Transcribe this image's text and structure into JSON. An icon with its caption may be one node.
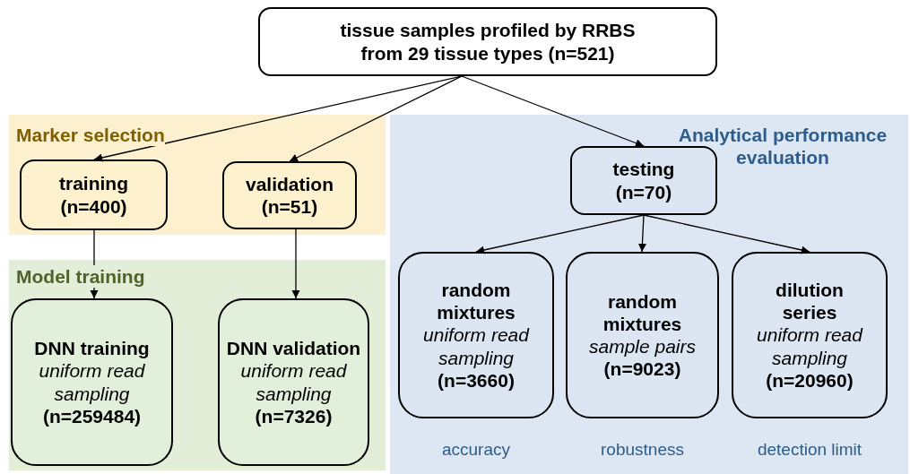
{
  "diagram": {
    "nodes": [
      {
        "text": [
          "tissue samples profiled by RRBS from 29 tissue types (n=521)"
        ]
      },
      {
        "text": [
          "Marker selection"
        ]
      },
      {
        "text": [
          "training (n=400)"
        ],
        "in": 1
      },
      {
        "text": [
          "validation (n=51)"
        ],
        "in": 1
      },
      {
        "text": [
          "Model training"
        ]
      },
      {
        "text": [
          "DNN training",
          "uniform read sampling",
          "(n=259484)"
        ],
        "in": 4
      },
      {
        "text": [
          "DNN validation",
          "uniform read sampling",
          "(n=7326)"
        ],
        "in": 4
      },
      {
        "text": [
          "Analytical performance evaluation"
        ]
      },
      {
        "text": [
          "testing (n=70)"
        ],
        "in": 7
      },
      {
        "text": [
          "random mixtures",
          "uniform read sampling",
          "(n=3660)"
        ],
        "in": 7,
        "beside": [
          "accuracy"
        ]
      },
      {
        "text": [
          "random mixtures",
          "sample pairs",
          "(n=9023)"
        ],
        "in": 7,
        "beside": [
          "robustness"
        ]
      },
      {
        "text": [
          "dilution series",
          "uniform read sampling",
          "(n=20960)"
        ],
        "in": 7,
        "beside": [
          "detection limit"
        ]
      }
    ],
    "edges": [
      {
        "from": 0,
        "to": 2,
        "arrow": "to"
      },
      {
        "from": 0,
        "to": 3,
        "arrow": "to"
      },
      {
        "from": 0,
        "to": 8,
        "arrow": "to"
      },
      {
        "from": 2,
        "to": 5,
        "arrow": "to"
      },
      {
        "from": 3,
        "to": 6,
        "arrow": "to"
      },
      {
        "from": 8,
        "to": 9,
        "arrow": "to"
      },
      {
        "from": 8,
        "to": 10,
        "arrow": "to"
      },
      {
        "from": 8,
        "to": 11,
        "arrow": "to"
      }
    ]
  }
}
